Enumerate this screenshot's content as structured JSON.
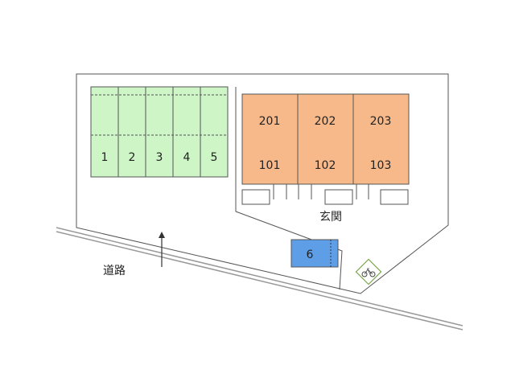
{
  "colors": {
    "parking": "#cdf5c6",
    "apartment": "#f7b98a",
    "parking_6": "#5e9ee6",
    "outline": "#555555"
  },
  "parking_spaces": [
    "1",
    "2",
    "3",
    "4",
    "5"
  ],
  "building": {
    "upper_rooms": [
      "201",
      "202",
      "203"
    ],
    "lower_rooms": [
      "101",
      "102",
      "103"
    ]
  },
  "entrance_label": "玄関",
  "parking_6_label": "6",
  "road_label": "道路",
  "bicycle_icon": "bicycle-icon",
  "arrow_icon": "arrow-up-icon"
}
